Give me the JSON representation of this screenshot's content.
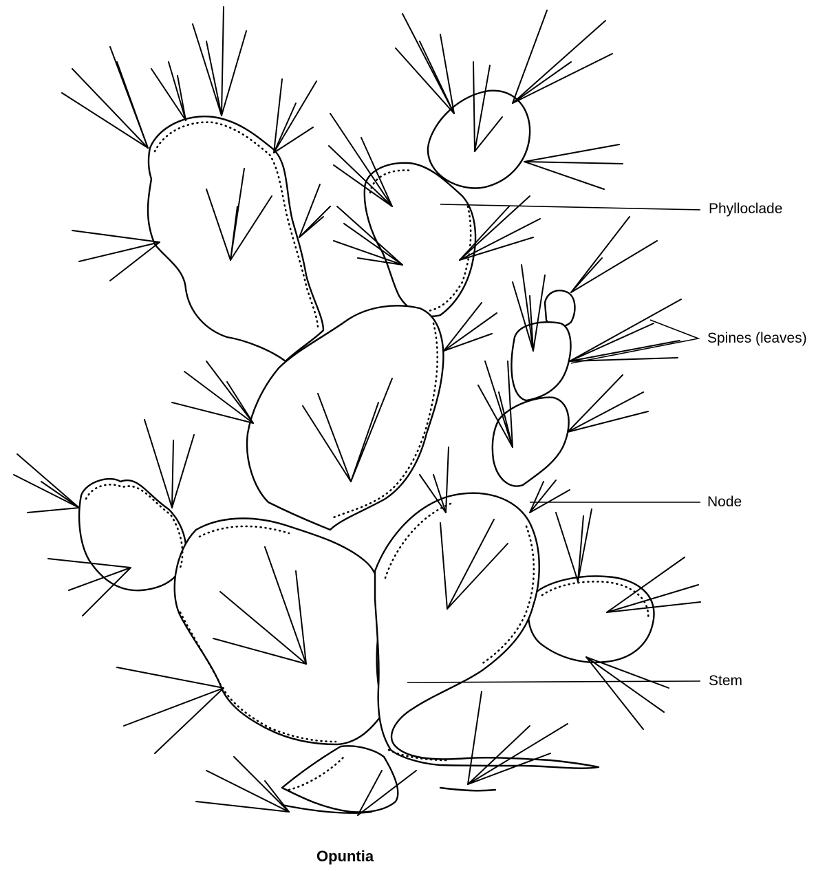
{
  "diagram": {
    "caption": "Opuntia",
    "labels": {
      "phylloclade": "Phylloclade",
      "spines": "Spines (leaves)",
      "node": "Node",
      "stem": "Stem"
    },
    "colors": {
      "ink": "#000000",
      "paper": "#ffffff"
    }
  }
}
